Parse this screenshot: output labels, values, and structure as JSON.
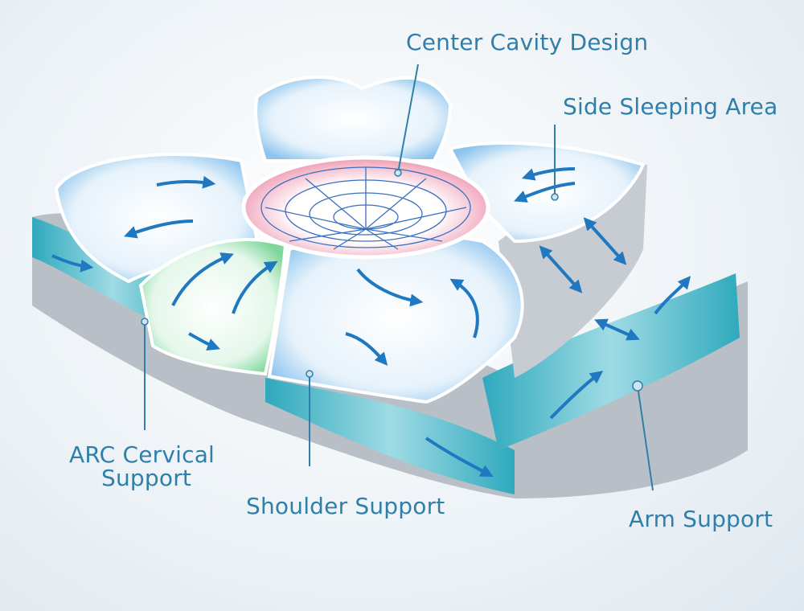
{
  "labels": {
    "center_cavity": "Center Cavity Design",
    "side_sleeping": "Side Sleeping Area",
    "arc_cervical_line1": "ARC Cervical",
    "arc_cervical_line2": "Support",
    "shoulder": "Shoulder Support",
    "arm": "Arm Support"
  },
  "colors": {
    "label": "#2f7fa8",
    "petal_blue": "#a9d3f2",
    "petal_green": "#9fe0b4",
    "center_pink": "#f2a9bd",
    "gel_teal": "#3fb8c9",
    "fabric_gray": "#b9bfc6",
    "arrow": "#1f78c0"
  }
}
